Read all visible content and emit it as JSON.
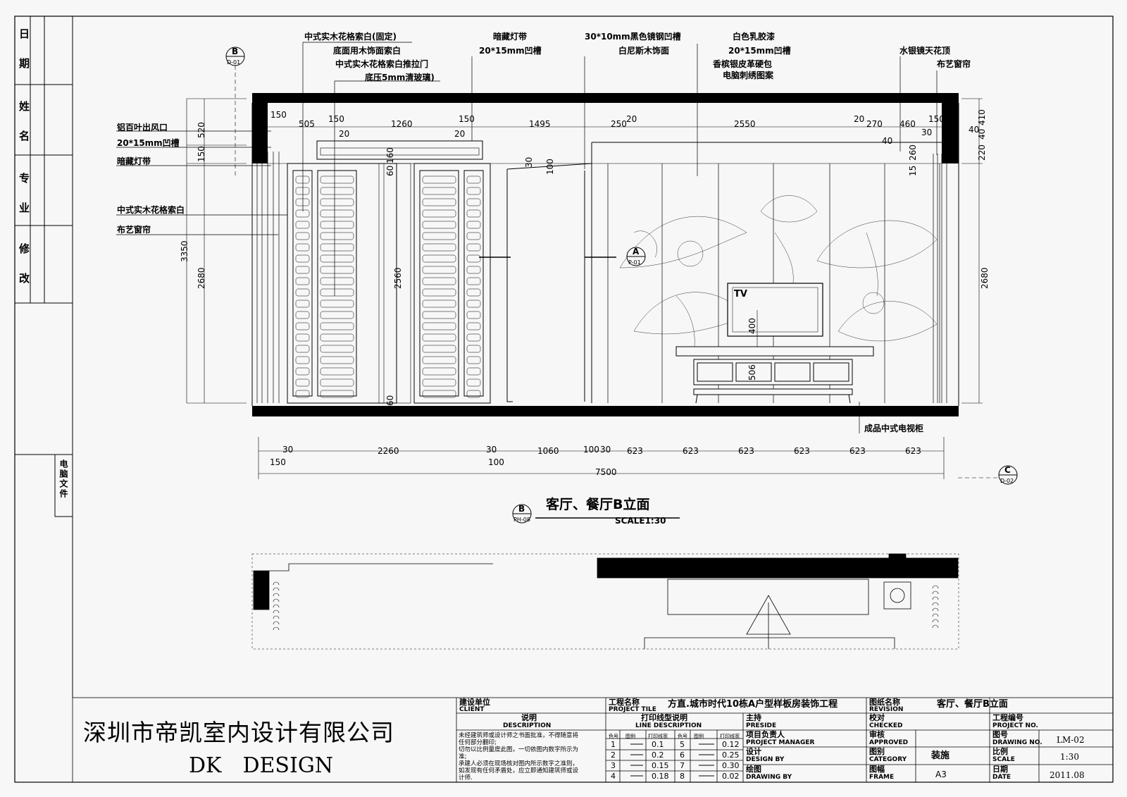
{
  "left_strip": {
    "date": "日　期",
    "name": "姓　名",
    "major": "专　业",
    "revise": "修　改",
    "file": "电脑文件"
  },
  "labels": {
    "l1": "中式实木花格索白(固定)",
    "l2": "底面用木饰面索白",
    "l3": "中式实木花格索白推拉门",
    "l4": "底压5mm清玻璃)",
    "l5": "暗藏灯带",
    "l6": "20*15mm凹槽",
    "l7": "30*10mm黑色镜钢凹槽",
    "l8": "白尼斯木饰面",
    "l9": "白色乳胶漆",
    "l10": "20*15mm凹槽",
    "l11": "香槟银皮革硬包",
    "l12": "电脑刺绣图案",
    "l13": "水银镜天花顶",
    "l14": "布艺窗帘",
    "l15": "铝百叶出风口",
    "l16": "20*15mm凹槽",
    "l17": "暗藏灯带",
    "l18": "中式实木花格索白",
    "l19": "布艺窗帘",
    "l20": "成品中式电视柜",
    "tv": "TV"
  },
  "callouts": {
    "b_top": "B",
    "b_top_sub": "D-01",
    "a_mid": "A",
    "a_mid_sub": "P-01",
    "c_right": "C",
    "c_right_sub": "D-02",
    "b_title": "B",
    "b_title_sub": "PH-08"
  },
  "top_dims": [
    "150",
    "505",
    "150",
    "1260",
    "150",
    "1495",
    "250",
    "20",
    "2550",
    "20",
    "270",
    "460",
    "150"
  ],
  "top_small": {
    "a": "20",
    "b": "20",
    "c": "30",
    "d": "40",
    "e": "40"
  },
  "left_dims": {
    "d1": "520",
    "d2": "150",
    "d3": "3350",
    "d4": "2680"
  },
  "right_dims": {
    "d1": "410",
    "d2": "40",
    "d3": "220",
    "d4": "2680"
  },
  "inner_dims": {
    "a": "160",
    "b": "60",
    "c": "2560",
    "d": "60",
    "e": "30",
    "f": "100",
    "g": "260",
    "h": "15",
    "i": "400",
    "j": "506"
  },
  "bottom_dims": {
    "row1": [
      "30",
      "2260",
      "30",
      "1060",
      "100",
      "30",
      "623",
      "623",
      "623",
      "623",
      "623",
      "623"
    ],
    "row2": [
      "150",
      "100"
    ],
    "total": "7500"
  },
  "title": {
    "main": "客厅、餐厅B立面",
    "scale": "SCALE1:30"
  },
  "company": {
    "cn": "深圳市帝凯室内设计有限公司",
    "en": "DK　DESIGN"
  },
  "titleblock": {
    "client_cn": "建设单位",
    "client_en": "CLIENT",
    "desc_cn": "说明",
    "desc_en": "DESCRIPTION",
    "notes": [
      "未经建筑师或设计师之书面批准，不得随意将",
      "任何部分翻印;",
      "切勿以比例量度此图，一切依图内数字所示为",
      "准;",
      "承建人必须在现场核对图内所示数字之准则，",
      "如发现有任何矛盾处，应立即通知建筑师或设",
      "计师."
    ],
    "project_cn": "工程名称",
    "project_en": "PROJECT TILE",
    "project_val": "方直.城市时代10栋A户型样板房装饰工程",
    "line_cn": "打印线型说明",
    "line_en": "LINE DESCRIPTION",
    "line_head": [
      "色号",
      "图例",
      "打印线宽",
      "色号",
      "图例",
      "打印线宽"
    ],
    "line_rows": [
      [
        "1",
        "0.1",
        "5",
        "0.12"
      ],
      [
        "2",
        "0.2",
        "6",
        "0.25"
      ],
      [
        "3",
        "0.15",
        "7",
        "0.30"
      ],
      [
        "4",
        "0.18",
        "8",
        "0.02"
      ]
    ],
    "preside_cn": "主持",
    "preside_en": "PRESIDE",
    "pm_cn": "项目负责人",
    "pm_en": "PROJECT MANAGER",
    "design_cn": "设计",
    "design_en": "DESIGN BY",
    "drawing_cn": "绘图",
    "drawing_en": "DRAWING BY",
    "rev_cn": "图纸名称",
    "rev_en": "REVISION",
    "rev_val": "客厅、餐厅B立面",
    "checked_cn": "校对",
    "checked_en": "CHECKED",
    "approved_cn": "审核",
    "approved_en": "APPROVED",
    "category_cn": "图别",
    "category_en": "CATEGORY",
    "category_val": "装施",
    "frame_cn": "图幅",
    "frame_en": "FRAME",
    "frame_val": "A3",
    "projno_cn": "工程编号",
    "projno_en": "PROJECT NO.",
    "drawno_cn": "图号",
    "drawno_en": "DRAWING NO.",
    "drawno_val": "LM-02",
    "scale_cn": "比例",
    "scale_en": "SCALE",
    "scale_val": "1:30",
    "date_cn": "日期",
    "date_en": "DATE",
    "date_val": "2011.08"
  }
}
